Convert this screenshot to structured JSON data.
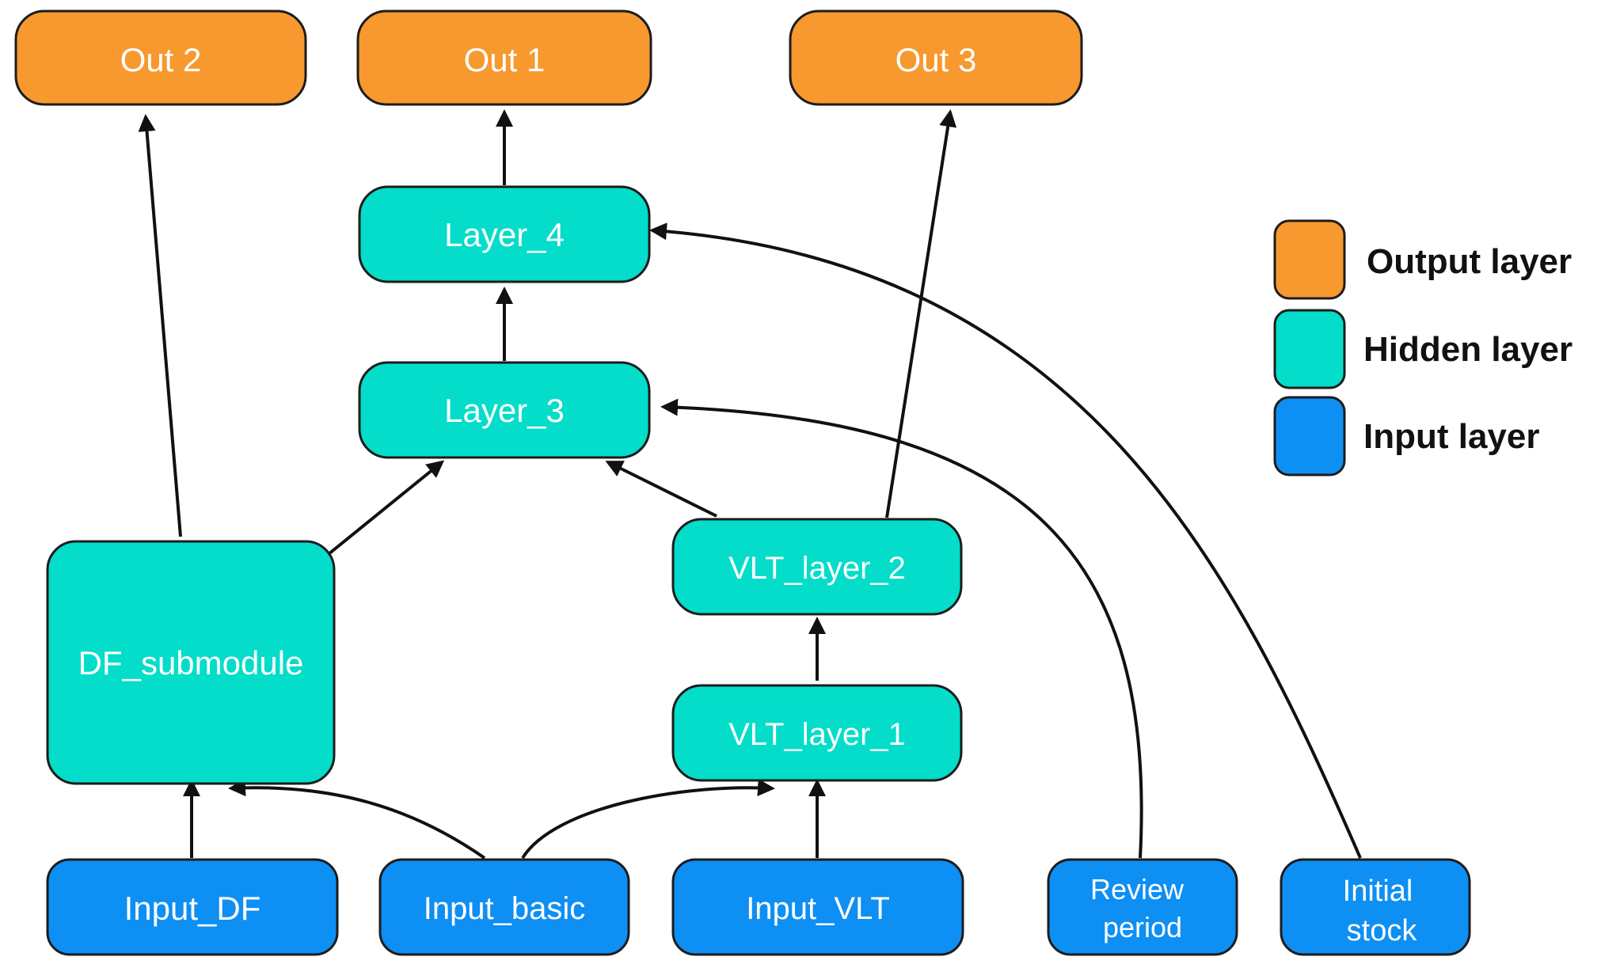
{
  "colors": {
    "output": "#F7992F",
    "hidden": "#03DDC9",
    "input": "#0E8FF3",
    "edge": "#111111"
  },
  "nodes": {
    "out2": {
      "label": "Out 2",
      "layer": "output"
    },
    "out1": {
      "label": "Out 1",
      "layer": "output"
    },
    "out3": {
      "label": "Out 3",
      "layer": "output"
    },
    "layer4": {
      "label": "Layer_4",
      "layer": "hidden"
    },
    "layer3": {
      "label": "Layer_3",
      "layer": "hidden"
    },
    "df_submodule": {
      "label": "DF_submodule",
      "layer": "hidden"
    },
    "vlt_layer_2": {
      "label": "VLT_layer_2",
      "layer": "hidden"
    },
    "vlt_layer_1": {
      "label": "VLT_layer_1",
      "layer": "hidden"
    },
    "input_df": {
      "label": "Input_DF",
      "layer": "input"
    },
    "input_basic": {
      "label": "Input_basic",
      "layer": "input"
    },
    "input_vlt": {
      "label": "Input_VLT",
      "layer": "input"
    },
    "review_period": {
      "label_line1": "Review",
      "label_line2": "period",
      "layer": "input"
    },
    "initial_stock": {
      "label_line1": "Initial",
      "label_line2": "stock",
      "layer": "input"
    }
  },
  "edges": [
    {
      "from": "df_submodule",
      "to": "out2"
    },
    {
      "from": "layer3",
      "to": "layer4"
    },
    {
      "from": "layer4",
      "to": "out1"
    },
    {
      "from": "vlt_layer_2",
      "to": "out3"
    },
    {
      "from": "df_submodule",
      "to": "layer3"
    },
    {
      "from": "vlt_layer_2",
      "to": "layer3"
    },
    {
      "from": "vlt_layer_1",
      "to": "vlt_layer_2"
    },
    {
      "from": "input_df",
      "to": "df_submodule"
    },
    {
      "from": "input_basic",
      "to": "df_submodule"
    },
    {
      "from": "input_basic",
      "to": "vlt_layer_1"
    },
    {
      "from": "input_vlt",
      "to": "vlt_layer_1"
    },
    {
      "from": "review_period",
      "to": "layer3"
    },
    {
      "from": "initial_stock",
      "to": "layer4"
    }
  ],
  "legend": {
    "output": "Output layer",
    "hidden": "Hidden layer",
    "input": "Input layer"
  }
}
